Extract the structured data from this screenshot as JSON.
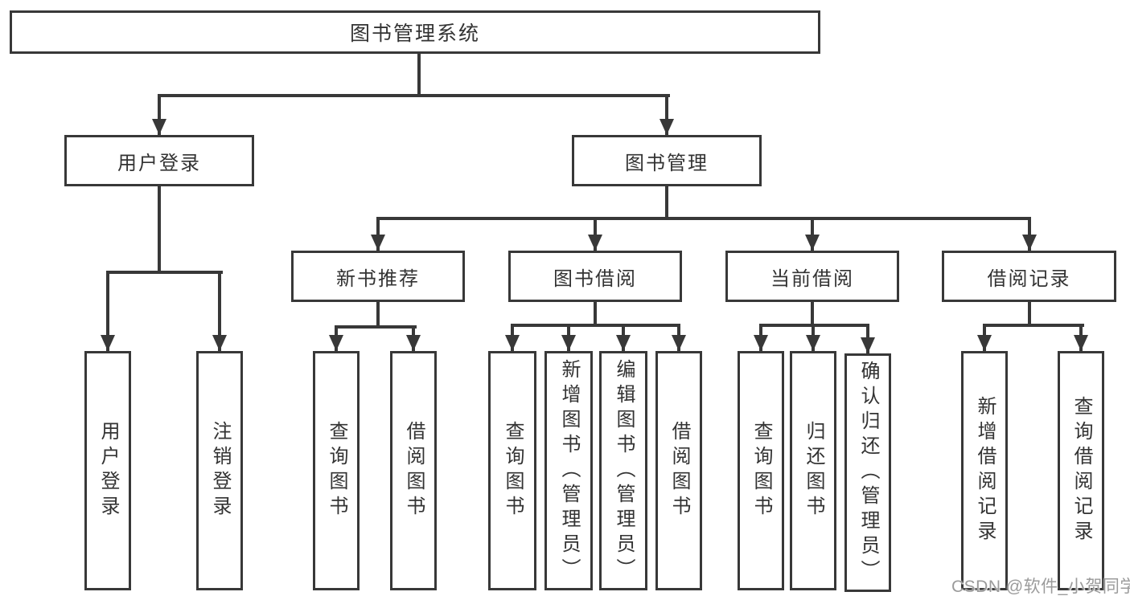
{
  "tree": {
    "label": "图书管理系统",
    "children": [
      {
        "label": "用户登录",
        "children": [
          {
            "label": "用户登录"
          },
          {
            "label": "注销登录"
          }
        ]
      },
      {
        "label": "图书管理",
        "children": [
          {
            "label": "新书推荐",
            "children": [
              {
                "label": "查询图书"
              },
              {
                "label": "借阅图书"
              }
            ]
          },
          {
            "label": "图书借阅",
            "children": [
              {
                "label": "查询图书"
              },
              {
                "label": "新增图书（管理员）"
              },
              {
                "label": "编辑图书（管理员）"
              },
              {
                "label": "借阅图书"
              }
            ]
          },
          {
            "label": "当前借阅",
            "children": [
              {
                "label": "查询图书"
              },
              {
                "label": "归还图书"
              },
              {
                "label": "确认归还（管理员）"
              }
            ]
          },
          {
            "label": "借阅记录",
            "children": [
              {
                "label": "新增借阅记录"
              },
              {
                "label": "查询借阅记录"
              }
            ]
          }
        ]
      }
    ]
  },
  "watermark": {
    "text": "CSDN @软件_小贺同学"
  },
  "colors": {
    "line": "#383838",
    "text": "#333333",
    "watermark_text": "#9b9b9b",
    "background": "#ffffff"
  }
}
